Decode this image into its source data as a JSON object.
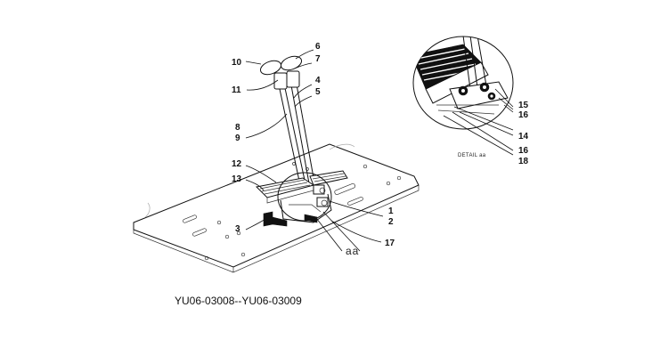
{
  "drawing_id": "YU06-03008--YU06-03009",
  "detail": {
    "caption": "DETAIL aa",
    "view_mark": "aa"
  },
  "callouts": {
    "c1": "1",
    "c2": "2",
    "c3": "3",
    "c4": "4",
    "c5": "5",
    "c6": "6",
    "c7": "7",
    "c8": "8",
    "c9": "9",
    "c10": "10",
    "c11": "11",
    "c12": "12",
    "c13": "13",
    "c14": "14",
    "c15": "15",
    "c16a": "16",
    "c16b": "16",
    "c17": "17",
    "c18": "18"
  }
}
